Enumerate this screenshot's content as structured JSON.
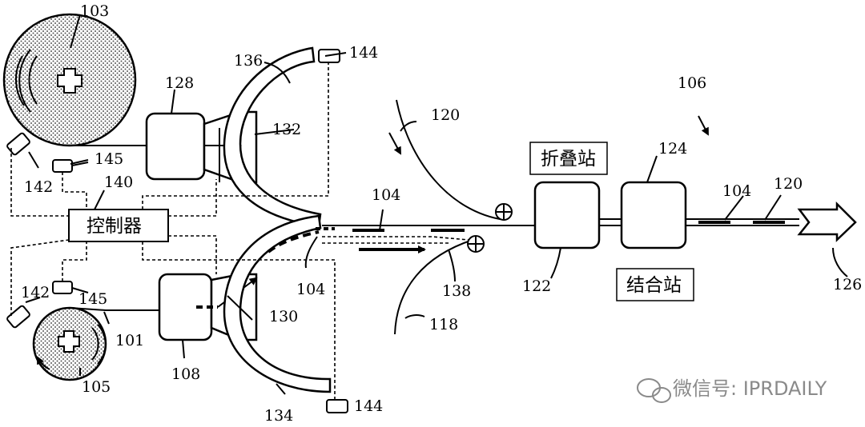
{
  "labels": {
    "r103": "103",
    "r105": "105",
    "r101": "101",
    "r128": "128",
    "r108": "108",
    "r136": "136",
    "r134": "134",
    "r132": "132",
    "r130": "130",
    "r144_top": "144",
    "r144_bottom": "144",
    "r145_top": "145",
    "r145_bottom": "145",
    "r142_top": "142",
    "r142_bottom": "142",
    "r140": "140",
    "r104_mid": "104",
    "r104_low": "104",
    "r104_right": "104",
    "r120_top": "120",
    "r120_right": "120",
    "r118": "118",
    "r138": "138",
    "r122": "122",
    "r124": "124",
    "r106": "106",
    "r126": "126"
  },
  "boxes": {
    "controller": "控制器",
    "folding_station": "折叠站",
    "joining_station": "结合站"
  },
  "watermark": {
    "text": "微信号: IPRDAILY"
  }
}
